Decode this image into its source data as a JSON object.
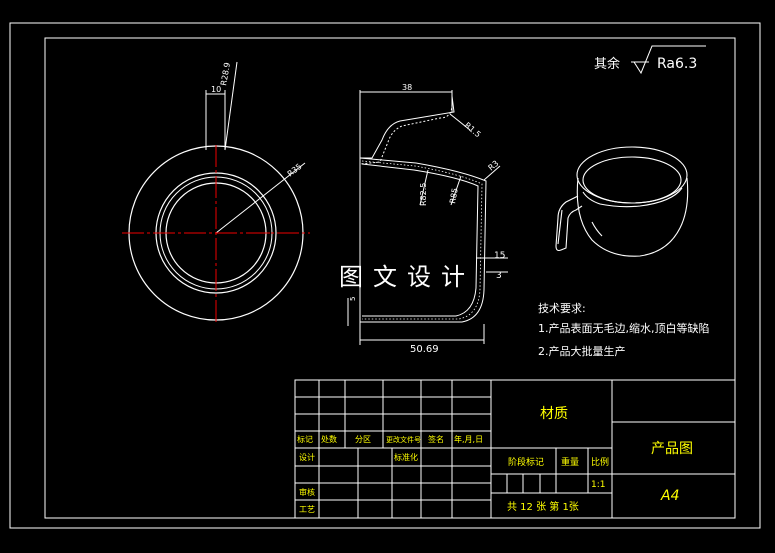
{
  "roughness": {
    "prefix": "其余",
    "value": "Ra6.3"
  },
  "front_view": {
    "dim_handle_width": "10",
    "dim_handle_radius": "R28.9",
    "dim_radius": "R35"
  },
  "section_view": {
    "dim_top": "38",
    "dim_r_top": "R1.5",
    "dim_r_side": "R3",
    "dim_r_inner": "R82.5",
    "dim_r_outer": "R85",
    "dim_15": "15",
    "dim_3": "3",
    "dim_bottom": "50.69",
    "dim_left_small": "5"
  },
  "watermark": "图文设计",
  "tech_requirements": {
    "title": "技术要求:",
    "items": [
      "1.产品表面无毛边,缩水,顶白等缺陷",
      "2.产品大批量生产"
    ]
  },
  "title_block": {
    "material_label": "材质",
    "drawing_name": "产品图",
    "paper_size": "A4",
    "row_labels": {
      "mark": "标记",
      "count": "处数",
      "zone": "分区",
      "change_doc": "更改文件号",
      "sign": "签名",
      "date": "年,月,日",
      "design": "设计",
      "standardize": "标准化",
      "review": "审核",
      "process": "工艺"
    },
    "stage_mark": "阶段标记",
    "weight": "重量",
    "scale": "比例",
    "scale_value": "1:1",
    "sheet_text": "共 12 张 第 1张"
  }
}
